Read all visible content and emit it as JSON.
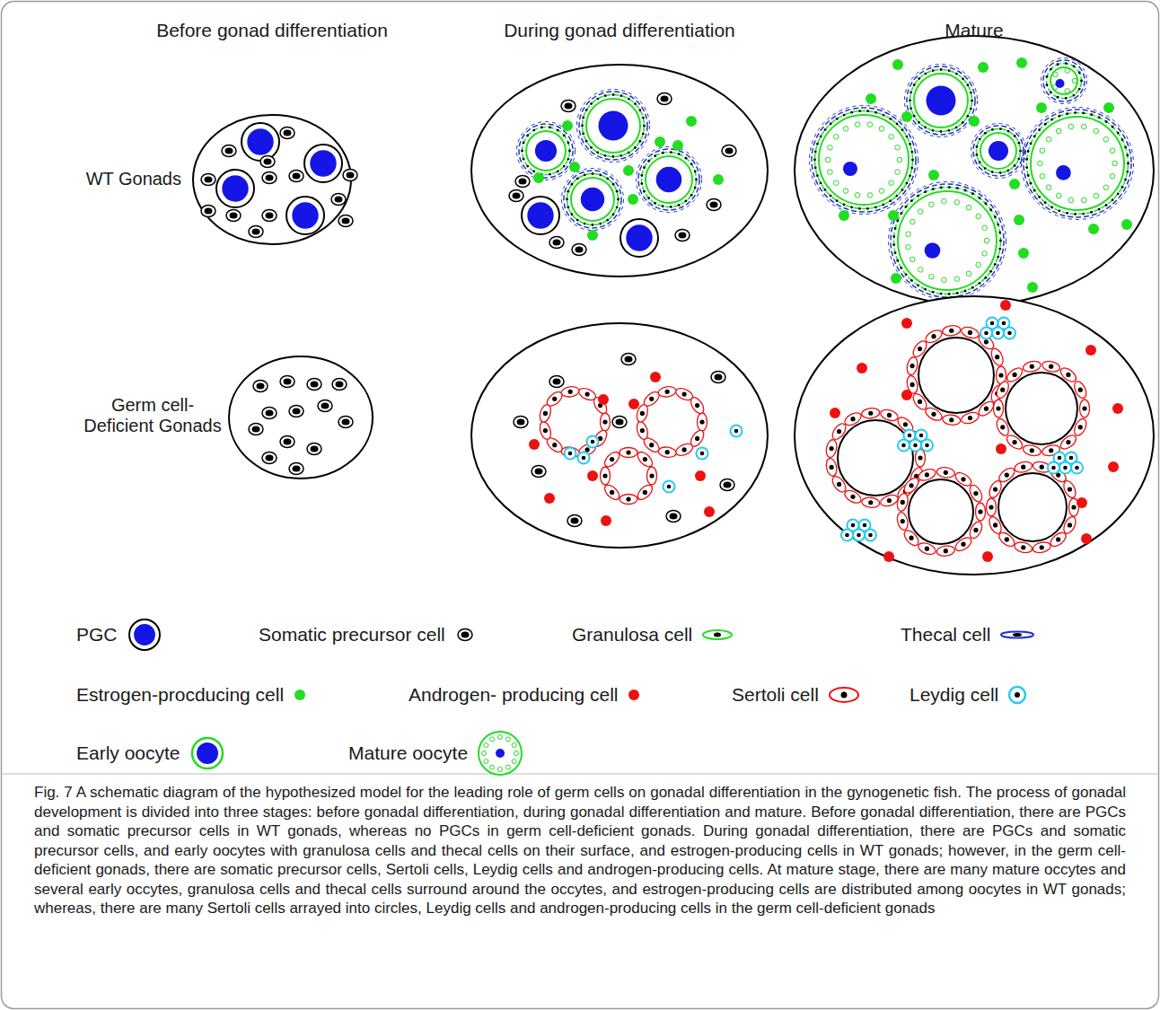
{
  "diagram": {
    "caption": "Fig. 7 A schematic diagram of the hypothesized model for the leading role of germ cells on gonadal differentiation in the gynogenetic fish. The process of gonadal development is divided into three stages: before gonadal differentiation, during gonadal differentiation and mature. Before gonadal differentiation, there are PGCs and somatic precursor cells in WT gonads, whereas no PGCs in germ cell-deficient gonads. During gonadal differentiation, there are PGCs and somatic precursor cells, and early oocytes with granulosa cells and thecal cells on their surface, and estrogen-producing cells in WT gonads; however, in the germ cell-deficient gonads, there are somatic precursor cells, Sertoli cells, Leydig cells and androgen-producing cells. At mature stage, there are many mature occytes and several early occytes, granulosa cells and thecal cells surround around the occytes, and estrogen-producing cells are distributed among oocytes in WT gonads; whereas, there are many Sertoli cells arrayed into circles, Leydig cells and androgen-producing cells in the germ cell-deficient gonads",
    "labels": [
      "Before gonad differentiation",
      "During gonad differentiation",
      "Mature",
      "WT Gonads",
      "Germ cell- Deficient Gonads"
    ],
    "legend": [
      {
        "text": "PGC"
      },
      {
        "text": "Somatic precursor cell"
      },
      {
        "text": "Granulosa cell"
      },
      {
        "text": "Thecal cell"
      },
      {
        "text": "Estrogen-procducing cell",
        "color": "#22dd22"
      },
      {
        "text": "Androgen- producing cell",
        "color": "#ee1111"
      },
      {
        "text": "Sertoli cell"
      },
      {
        "text": "Leydig cell"
      },
      {
        "text": "Early oocyte"
      },
      {
        "text": "Mature oocyte"
      }
    ]
  }
}
